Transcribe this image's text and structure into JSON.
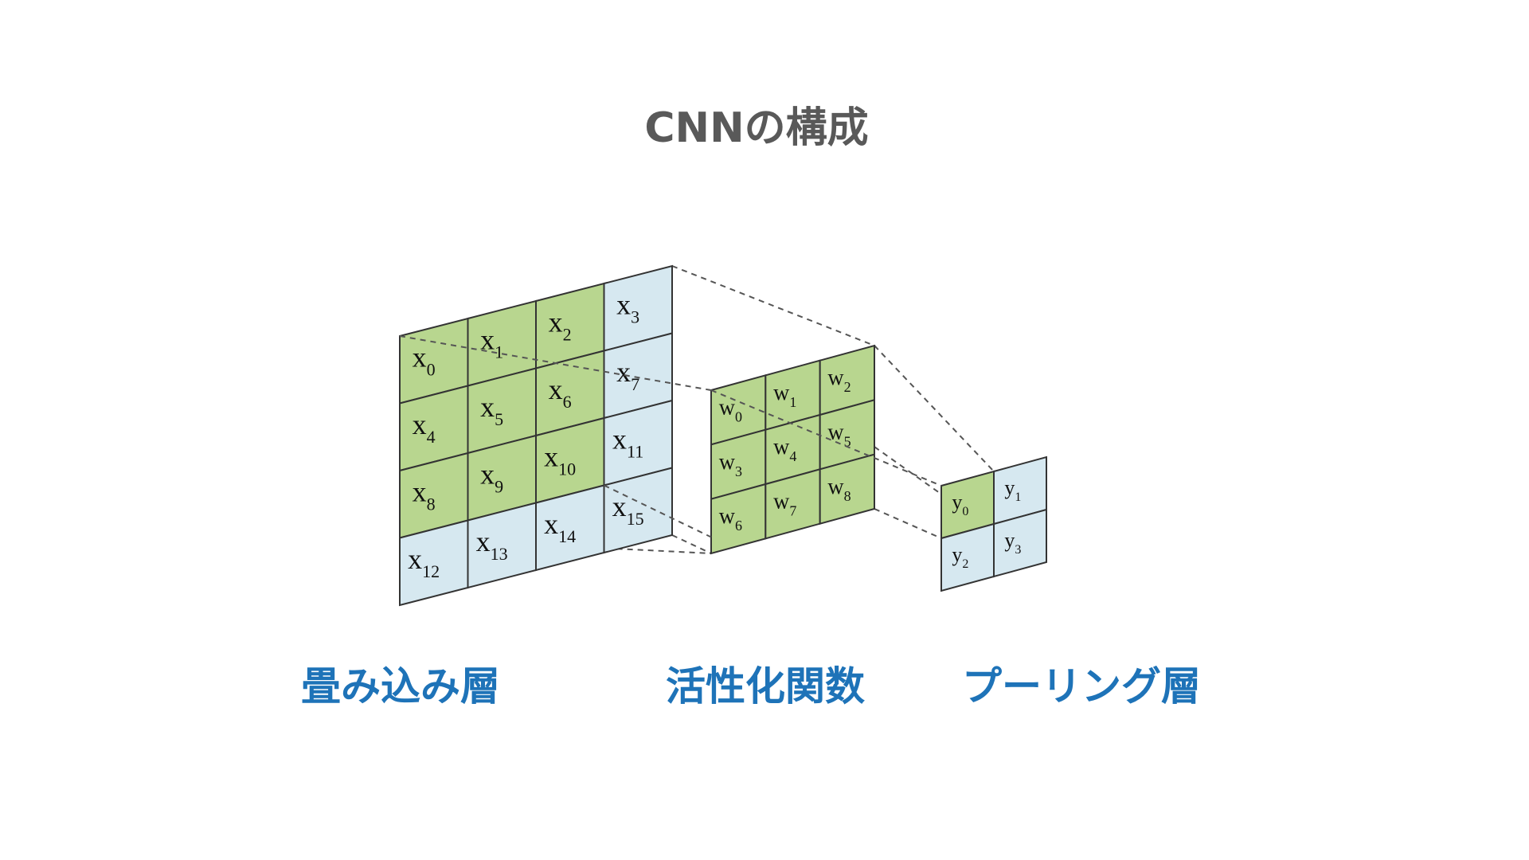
{
  "title": "CNNの構成",
  "labels": {
    "convolution": "畳み込み層",
    "activation": "活性化関数",
    "pooling": "プーリング層"
  },
  "colors": {
    "title": "#595959",
    "label": "#1e73b8",
    "active_cell": "#b8d68f",
    "inactive_cell": "#d6e8f0",
    "grid_line": "#333333",
    "dashed_line": "#555555"
  },
  "grids": {
    "input": {
      "letter": "x",
      "rows": 4,
      "cols": 4,
      "cells": [
        "0",
        "1",
        "2",
        "3",
        "4",
        "5",
        "6",
        "7",
        "8",
        "9",
        "10",
        "11",
        "12",
        "13",
        "14",
        "15"
      ],
      "active": [
        0,
        1,
        2,
        4,
        5,
        6,
        8,
        9,
        10
      ]
    },
    "kernel": {
      "letter": "w",
      "rows": 3,
      "cols": 3,
      "cells": [
        "0",
        "1",
        "2",
        "3",
        "4",
        "5",
        "6",
        "7",
        "8"
      ],
      "active": [
        0,
        1,
        2,
        3,
        4,
        5,
        6,
        7,
        8
      ]
    },
    "output": {
      "letter": "y",
      "rows": 2,
      "cols": 2,
      "cells": [
        "0",
        "1",
        "2",
        "3"
      ],
      "active": [
        0
      ]
    }
  }
}
